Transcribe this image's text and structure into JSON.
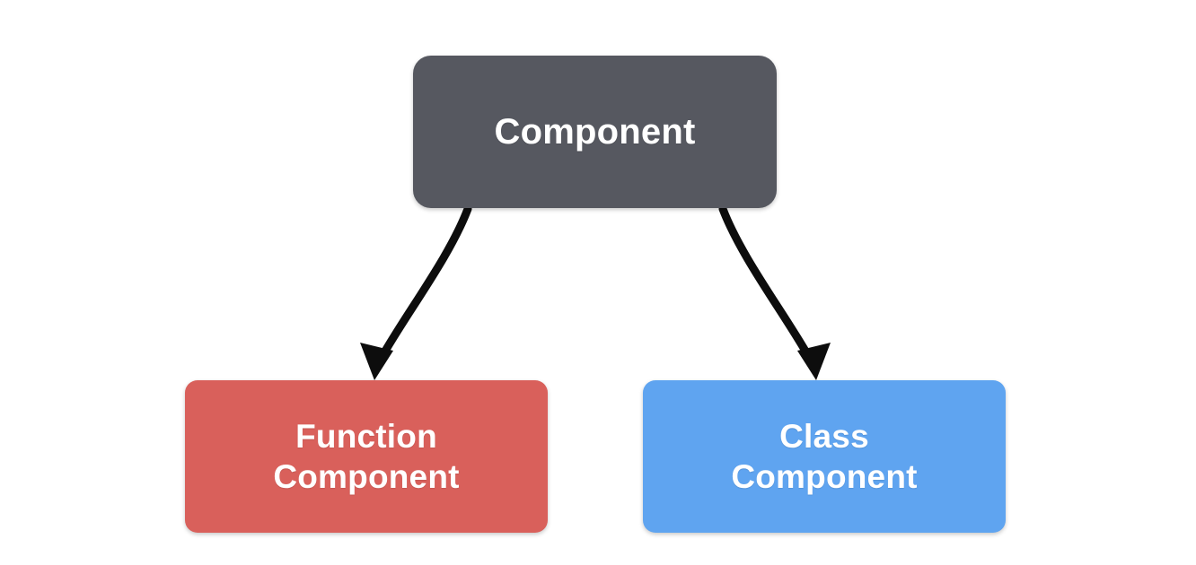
{
  "diagram": {
    "title": "Component hierarchy diagram",
    "background_color": "#ffffff",
    "nodes": [
      {
        "id": "root",
        "label": "Component",
        "color": "#565860",
        "text_color": "#ffffff",
        "shape": "rounded-rectangle"
      },
      {
        "id": "function-component",
        "label": "Function\nComponent",
        "color": "#d9605b",
        "text_color": "#ffffff",
        "shape": "rounded-rectangle"
      },
      {
        "id": "class-component",
        "label": "Class\nComponent",
        "color": "#5fa4f0",
        "text_color": "#ffffff",
        "shape": "rounded-rectangle"
      }
    ],
    "edges": [
      {
        "id": "root-to-function",
        "from": "root",
        "to": "function-component",
        "style": "curved-arrow",
        "color": "#0d0d0d"
      },
      {
        "id": "root-to-class",
        "from": "root",
        "to": "class-component",
        "style": "curved-arrow",
        "color": "#0d0d0d"
      }
    ]
  }
}
